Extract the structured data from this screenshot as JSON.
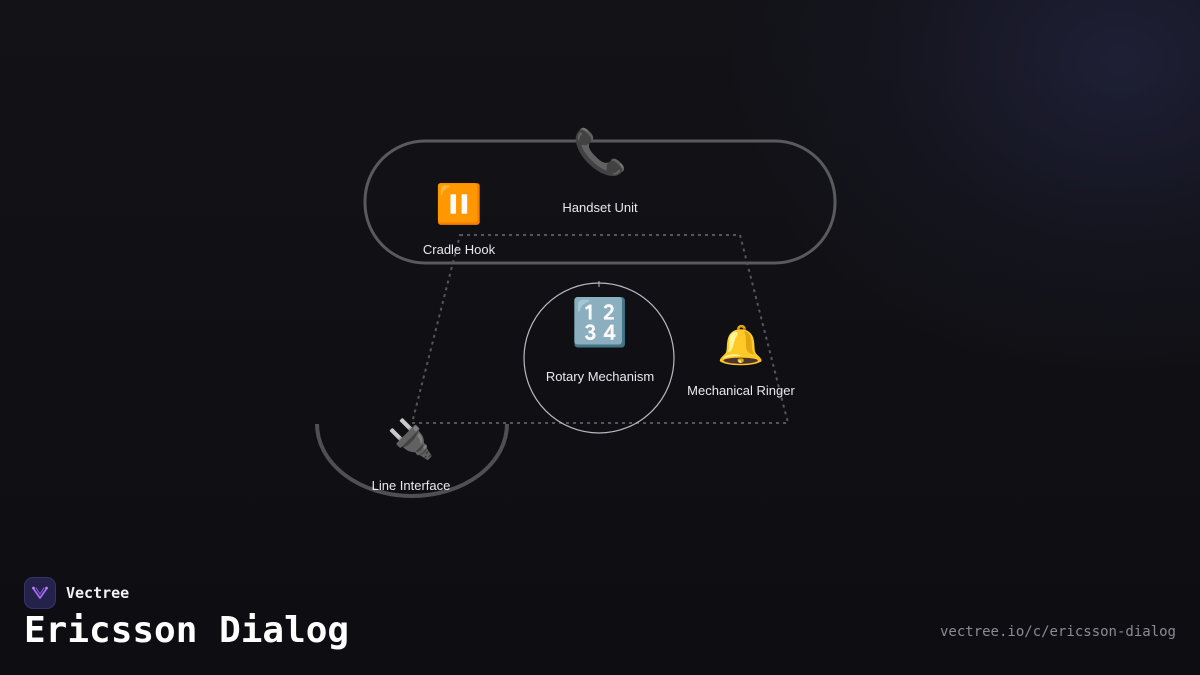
{
  "brand": {
    "name": "Vectree",
    "logo_icon": "vectree-logo-icon"
  },
  "title": "Ericsson Dialog",
  "url": "vectree.io/c/ericsson-dialog",
  "nodes": {
    "handset": {
      "label": "Handset Unit",
      "icon": "📞",
      "icon_name": "telephone-receiver-icon"
    },
    "cradle": {
      "label": "Cradle Hook",
      "icon": "⏸️",
      "icon_name": "pause-button-icon"
    },
    "rotary": {
      "label": "Rotary Mechanism",
      "icon": "🔢",
      "icon_name": "numbers-1234-icon"
    },
    "ringer": {
      "label": "Mechanical Ringer",
      "icon": "🔔",
      "icon_name": "bell-icon"
    },
    "line": {
      "label": "Line Interface",
      "icon": "🔌",
      "icon_name": "electric-plug-icon"
    }
  },
  "colors": {
    "background": "#111116",
    "outline": "#5a5a5e",
    "circle": "#b8b8c0",
    "label": "#e8e8ee",
    "url": "#8a8a94"
  }
}
